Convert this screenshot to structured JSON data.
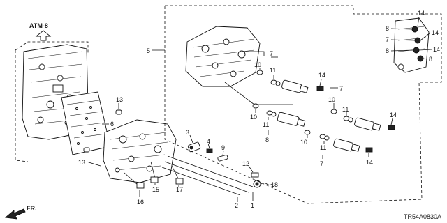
{
  "diagram": {
    "ref_code": "ATM-8",
    "drawing_code": "TR54A0830A",
    "direction_label": "FR.",
    "callouts": [
      {
        "id": "c1",
        "label": "1"
      },
      {
        "id": "c2",
        "label": "2"
      },
      {
        "id": "c3",
        "label": "3"
      },
      {
        "id": "c4",
        "label": "4"
      },
      {
        "id": "c5",
        "label": "5"
      },
      {
        "id": "c6",
        "label": "6"
      },
      {
        "id": "c7a",
        "label": "7"
      },
      {
        "id": "c7b",
        "label": "7"
      },
      {
        "id": "c7c",
        "label": "7"
      },
      {
        "id": "c7d",
        "label": "7"
      },
      {
        "id": "c8a",
        "label": "8"
      },
      {
        "id": "c8b",
        "label": "8"
      },
      {
        "id": "c8c",
        "label": "8"
      },
      {
        "id": "c8d",
        "label": "8"
      },
      {
        "id": "c9",
        "label": "9"
      },
      {
        "id": "c10a",
        "label": "10"
      },
      {
        "id": "c10b",
        "label": "10"
      },
      {
        "id": "c10c",
        "label": "10"
      },
      {
        "id": "c10d",
        "label": "10"
      },
      {
        "id": "c11a",
        "label": "11"
      },
      {
        "id": "c11b",
        "label": "11"
      },
      {
        "id": "c11c",
        "label": "11"
      },
      {
        "id": "c11d",
        "label": "11"
      },
      {
        "id": "c12",
        "label": "12"
      },
      {
        "id": "c13a",
        "label": "13"
      },
      {
        "id": "c13b",
        "label": "13"
      },
      {
        "id": "c14a",
        "label": "14"
      },
      {
        "id": "c14b",
        "label": "14"
      },
      {
        "id": "c14c",
        "label": "14"
      },
      {
        "id": "c14d",
        "label": "14"
      },
      {
        "id": "c14e",
        "label": "14"
      },
      {
        "id": "c14f",
        "label": "14"
      },
      {
        "id": "c15",
        "label": "15"
      },
      {
        "id": "c16",
        "label": "16"
      },
      {
        "id": "c17",
        "label": "17"
      },
      {
        "id": "c18",
        "label": "18"
      }
    ]
  }
}
